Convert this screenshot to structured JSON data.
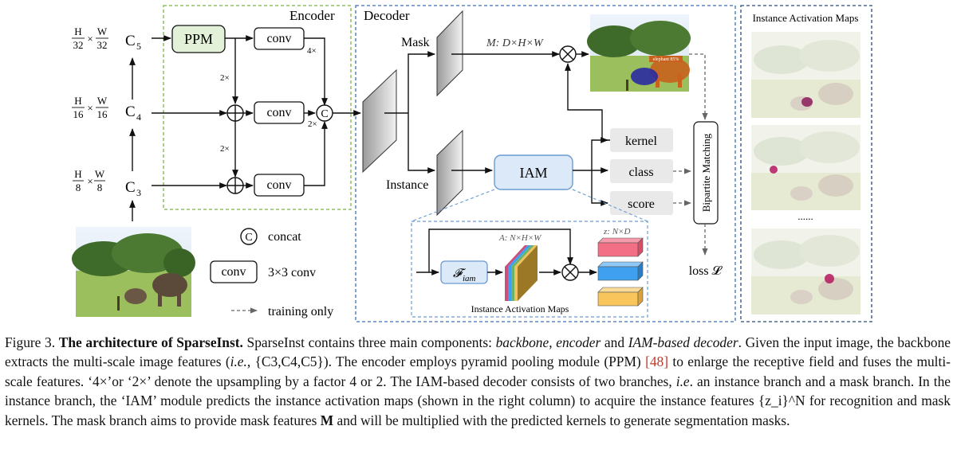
{
  "diagram": {
    "encoder_title": "Encoder",
    "decoder_title": "Decoder",
    "iam_maps_title": "Instance Activation Maps",
    "backbone": {
      "c5": {
        "label": "C",
        "sub": "5",
        "frac_num_h": "H",
        "frac_den_h": "32",
        "frac_num_w": "W",
        "frac_den_w": "32"
      },
      "c4": {
        "label": "C",
        "sub": "4",
        "frac_num_h": "H",
        "frac_den_h": "16",
        "frac_num_w": "W",
        "frac_den_w": "16"
      },
      "c3": {
        "label": "C",
        "sub": "3",
        "frac_num_h": "H",
        "frac_den_h": "8",
        "frac_num_w": "W",
        "frac_den_w": "8"
      }
    },
    "times": "×",
    "ppm": "PPM",
    "conv": "conv",
    "up4": "4×",
    "up2": "2×",
    "concat_symbol": "C",
    "mask_label": "Mask",
    "instance_label": "Instance",
    "mask_feature_label": "M: D×H×W",
    "iam": "IAM",
    "kernel": "kernel",
    "class": "class",
    "score": "score",
    "bipartite": "Bipartite Matching",
    "loss": "loss 𝓛",
    "f_iam_main": "𝓕",
    "f_iam_sub": "iam",
    "a_label": "A: N×H×W",
    "z_label": "z: N×D",
    "inset_caption": "Instance Activation Maps",
    "ellipsis": "......",
    "legend": {
      "concat_symbol": "C",
      "concat_label": "concat",
      "conv_box": "conv",
      "conv_label": "3×3 conv",
      "training_label": "training only"
    },
    "mask_overlay_text": "elephant 85%",
    "colors": {
      "encoder_border": "#7cb342",
      "decoder_border": "#3f6fb5",
      "ppm_fill": "#e3f1d8",
      "iam_fill": "#dce9f8",
      "iam_border": "#6a9bd3",
      "z_red": "#f26f86",
      "z_blue": "#3fa0f0",
      "z_yellow": "#f8c45c"
    }
  },
  "caption": {
    "fig": "Figure 3.",
    "title": "The architecture of SparseInst.",
    "s1a": "SparseInst contains three main components:",
    "backbone": "backbone",
    "comma1": ",",
    "encoder": "encoder",
    "and": "and",
    "iam_dec": "IAM-based decoder",
    "s2a": ". Given the input image, the backbone extracts the multi-scale image features (",
    "ie": "i.e.",
    "s2b": ", {C3,C4,C5}). The encoder employs pyramid pooling module (PPM)",
    "cite": "[48]",
    "s3": "to enlarge the receptive field and fuses the multi-scale features. ‘4×’or ‘2×’ denote the upsampling by a factor 4 or 2. The IAM-based decoder consists of two branches,",
    "ie2": "i.e",
    "s4": ". an instance branch and a mask branch. In the instance branch, the ‘IAM’ module predicts the instance activation maps (shown in the right column) to acquire the instance features {z_i}^N for recognition and mask kernels. The mask branch aims to provide mask features",
    "M": "M",
    "s5": "and will be multiplied with the predicted kernels to generate segmentation masks."
  }
}
